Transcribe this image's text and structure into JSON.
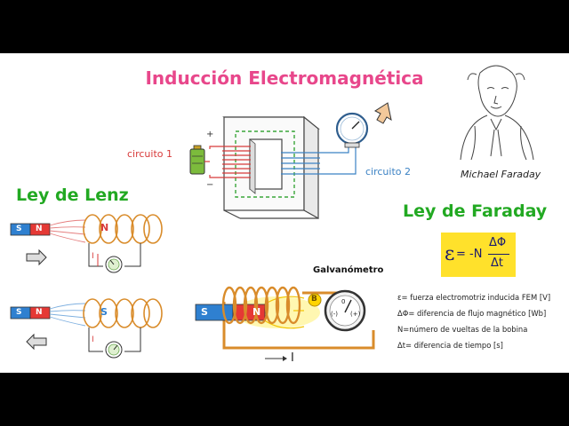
{
  "title": "Inducción Electromagnética",
  "transformer": {
    "circuit1": "circuito 1",
    "circuit2": "circuito 2",
    "plus": "+",
    "minus": "−"
  },
  "portrait": {
    "name": "Michael Faraday"
  },
  "lenz": {
    "heading": "Ley de Lenz",
    "top_magnet": {
      "left": "S",
      "right": "N"
    },
    "bottom_magnet": {
      "left": "S",
      "right": "N"
    },
    "top_coil_pole": "N",
    "bottom_coil_pole": "S",
    "current": "I"
  },
  "faraday": {
    "heading": "Ley de Faraday",
    "formula": {
      "emf": "ε",
      "equals": "= -N",
      "numerator": "ΔΦ",
      "denominator": "Δt"
    },
    "legend": [
      "ε= fuerza electromotriz inducida FEM [V]",
      "ΔΦ= diferencia de flujo magnético [Wb]",
      "N=número de vueltas de la bobina",
      "Δt= diferencia de tiempo [s]"
    ]
  },
  "galvanometer": {
    "label": "Galvanómetro",
    "magnet": {
      "left": "S",
      "right": "N"
    },
    "b_label": "B",
    "current": "I",
    "gauge_zero": "0",
    "gauge_minus": "(-)",
    "gauge_plus": "(+)"
  },
  "colors": {
    "title": "#e8478b",
    "heading": "#22a922",
    "red_wire": "#d83a3a",
    "blue_wire": "#3b82c4",
    "coil": "#d98c2b",
    "magnet_red": "#e53935",
    "magnet_blue": "#2f80d0",
    "formula_bg": "#ffe12b"
  }
}
